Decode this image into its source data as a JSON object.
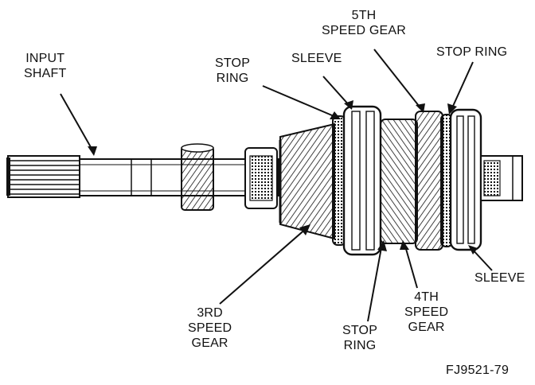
{
  "labels": {
    "input_shaft": [
      "INPUT",
      "SHAFT"
    ],
    "stop_ring_left": [
      "STOP",
      "RING"
    ],
    "sleeve_top": [
      "SLEEVE"
    ],
    "fifth_speed_gear": [
      "5TH",
      "SPEED GEAR"
    ],
    "stop_ring_right": [
      "STOP RING"
    ],
    "sleeve_right": [
      "SLEEVE"
    ],
    "fourth_speed_gear": [
      "4TH",
      "SPEED",
      "GEAR"
    ],
    "stop_ring_bottom": [
      "STOP",
      "RING"
    ],
    "third_speed_gear": [
      "3RD",
      "SPEED",
      "GEAR"
    ]
  },
  "figure_ref": "FJ9521-79",
  "colors": {
    "ink": "#111111",
    "paper": "#ffffff"
  }
}
